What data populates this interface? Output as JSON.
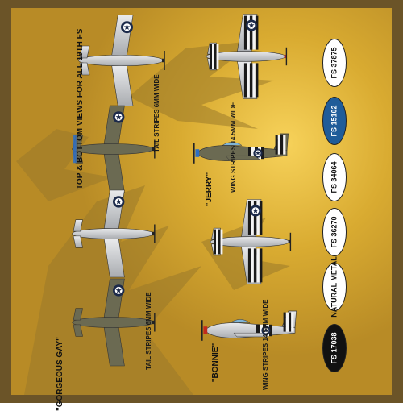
{
  "labels": {
    "top_bottom_note": "TOP & BOTTOM VIEWS FOR ALL 19TH FS",
    "tail_stripes_1": "TAIL STRIPES 6MM WIDE",
    "tail_stripes_2": "TAIL STRIPES 6MM WIDE",
    "wing_stripes_1": "WING STRIPES 14.5MM WIDE",
    "wing_stripes_2": "WING STRIPES 14.5MM WIDE",
    "name_jerry": "\"JERRY\"",
    "name_gorgeous_gay": "\"GORGEOUS GAY\"",
    "name_bonnie": "\"BONNIE\""
  },
  "color_chips": [
    {
      "code": "FS 37875",
      "fill": "#ffffff",
      "text": "#111111"
    },
    {
      "code": "FS 15102",
      "fill": "#1f5c99",
      "text": "#ffffff"
    },
    {
      "code": "FS 34064",
      "fill": "#ffffff",
      "text": "#111111"
    },
    {
      "code": "FS 36270",
      "fill": "#ffffff",
      "text": "#111111"
    },
    {
      "code": "NATURAL METAL",
      "fill": "#ffffff",
      "text": "#111111"
    },
    {
      "code": "FS 17038",
      "fill": "#111111",
      "text": "#ffffff"
    }
  ],
  "colors": {
    "frame": "#6b5428",
    "background": "#c9a12e",
    "sun": "#f3c83a",
    "silver": "#c3c6ca",
    "olive": "#6b6a52",
    "invasion_black": "#1a1a1a",
    "invasion_white": "#f4f4f4",
    "accent_blue": "#2e6fc4",
    "nose_red": "#c22a1d"
  }
}
